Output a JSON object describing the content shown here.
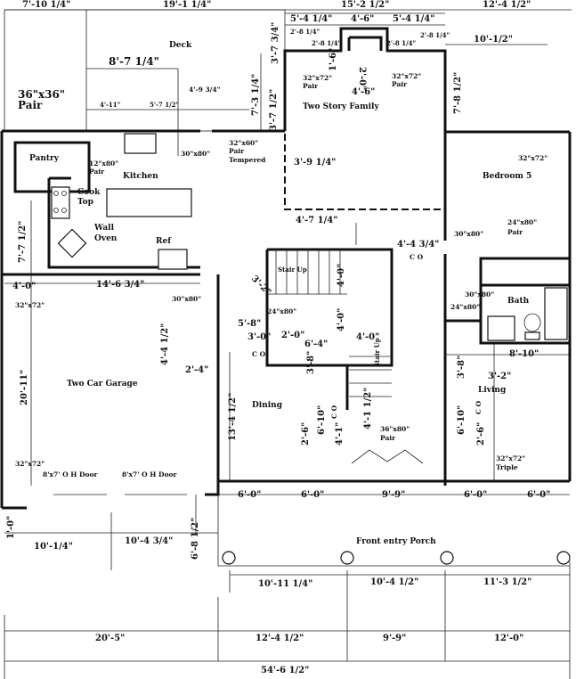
{
  "rooms": {
    "deck": "Deck",
    "two_story_family": "Two Story Family",
    "pantry": "Pantry",
    "kitchen": "Kitchen",
    "cook_top_1": "Cook",
    "cook_top_2": "Top",
    "wall_oven_1": "Wall",
    "wall_oven_2": "Oven",
    "ref": "Ref",
    "bedroom5": "Bedroom 5",
    "bath": "Bath",
    "living": "Living",
    "two_car_garage": "Two Car Garage",
    "dining": "Dining",
    "front_entry_porch": "Front entry Porch",
    "stair_up_1": "Stair Up",
    "stair_up_2": "Stair Up"
  },
  "doors": {
    "d36x36": "36\"x36\"",
    "d36x36_pair": "Pair",
    "d12x80": "12\"x80\"",
    "d12x80_pair": "Pair",
    "d30x80_kitchen": "30\"x80\"",
    "d32x60": "32\"x60\"",
    "d32x60_pair": "Pair",
    "d32x60_tempered": "Tempered",
    "d32x72_family_left": "32\"x72\"",
    "d32x72_family_left_pair": "Pair",
    "d32x72_family_right": "32\"x72\"",
    "d32x72_family_right_pair": "Pair",
    "d32x72_bedroom": "32\"x72\"",
    "d30x80_bedroom": "30\"x80\"",
    "d24x80_pair": "24\"x80\"",
    "d24x80_pair_label": "Pair",
    "d30x80_bath": "30\"x80\"",
    "d24x80_bath": "24\"x80\"",
    "d32x72_garage_left": "32\"x72\"",
    "d32x72_garage_bottom": "32\"x72\"",
    "d30x80_garage": "30\"x80\"",
    "d24x80_stair": "24\"x80\"",
    "d36x80": "36\"x80\"",
    "d36x80_pair": "Pair",
    "d32x72_triple": "32\"x72\"",
    "d32x72_triple_label": "Triple",
    "oh_door_1": "8'x7' O H Door",
    "oh_door_2": "8'x7' O H Door",
    "co_1": "C O",
    "co_2": "C O",
    "co_3": "C O",
    "co_4": "C O"
  },
  "dimensions": {
    "top_1": "7'-10 1/4\"",
    "top_2": "19'-1 1/4\"",
    "top_3": "15'-2 1/2\"",
    "top_4": "12'-4 1/2\"",
    "fam_1": "5'-4 1/4\"",
    "fam_2": "4'-6\"",
    "fam_3": "5'-4 1/4\"",
    "fam_s1": "2'-8 1/4\"",
    "fam_s2": "2'-8 1/4\"",
    "fam_s3": "2'-8 1/4\"",
    "fam_s4": "2'-8 1/4\"",
    "fam_1_6": "1'-6\"",
    "fam_2_0": "2'-0\"",
    "fam_4_6": "4'-6\"",
    "r_10_half": "10'-1/2\"",
    "r_7_8": "7'-8 1/2\"",
    "deck_8_7": "8'-7 1/4\"",
    "deck_4_11": "4'-11\"",
    "deck_5_7": "5'-7 1/2\"",
    "deck_4_9": "4'-9 3/4\"",
    "deck_7_3": "7'-3 1/4\"",
    "deck_3_7_34": "3'-7 3/4\"",
    "deck_3_7_12": "3'-7 1/2\"",
    "fam_3_9": "3'-9 1/4\"",
    "fam_4_7": "4'-7 1/4\"",
    "co_4_4": "4'-4 3/4\"",
    "k_7_7": "7'-7 1/2\"",
    "k_14_6": "14'-6 3/4\"",
    "k_4_0": "4'-0\"",
    "g_20_11": "20'-11\"",
    "g_4_4": "4'-4 1/2\"",
    "g_2_4": "2'-4\"",
    "s_3_2": "3'-2\"",
    "s_5_8": "5'-8\"",
    "s_3_0": "3'-0\"",
    "s_2_0": "2'-0\"",
    "s_6_4": "6'-4\"",
    "s_4_0a": "4'-0\"",
    "s_4_0b": "4'-0\"",
    "s_4_0c": "4'-0\"",
    "s_3_8": "3'-8\"",
    "d_13_4": "13'-4 1/2\"",
    "d_2_6": "2'-6\"",
    "d_6_10": "6'-10\"",
    "d_4_1": "4'-1\"",
    "d_4_1_half": "4'-1 1/2\"",
    "l_8_10": "8'-10\"",
    "l_3_8": "3'-8\"",
    "l_3_2": "3'-2\"",
    "l_6_10": "6'-10\"",
    "l_2_6": "2'-6\"",
    "front_1": "6'-0\"",
    "front_2": "6'-0\"",
    "front_3": "9'-9\"",
    "front_4": "6'-0\"",
    "front_5": "6'-0\"",
    "g_1_0": "1'-0\"",
    "g_10_14": "10'-1/4\"",
    "g_10_4": "10'-4 3/4\"",
    "g_6_8": "6'-8 1/2\"",
    "b1_1": "10'-11 1/4\"",
    "b1_2": "10'-4 1/2\"",
    "b1_3": "11'-3 1/2\"",
    "b2_1": "20'-5\"",
    "b2_2": "12'-4 1/2\"",
    "b2_3": "9'-9\"",
    "b2_4": "12'-0\"",
    "total": "54'-6 1/2\""
  }
}
